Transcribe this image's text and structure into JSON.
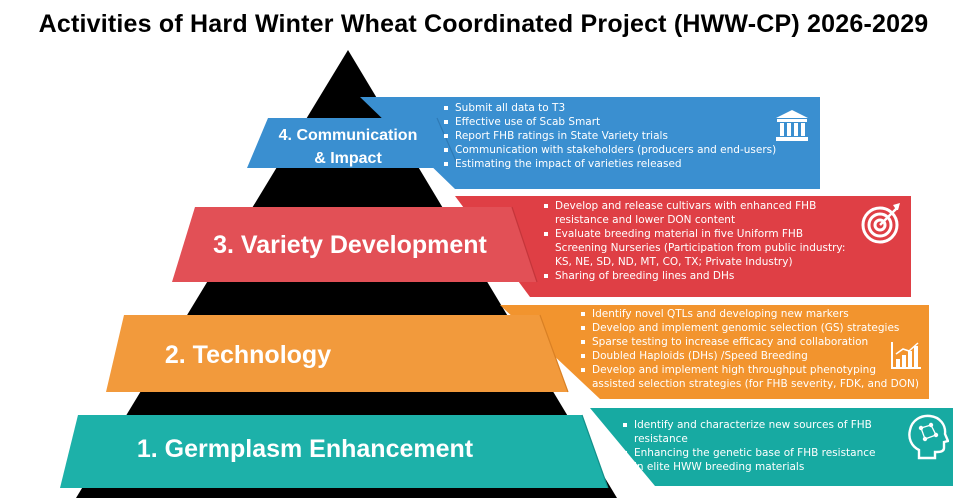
{
  "title": "Activities of Hard Winter Wheat Coordinated Project (HWW-CP) 2026-2029",
  "colors": {
    "pyramid": "#000000",
    "communication": "#3A8FD0",
    "variety": "#DF3F45",
    "technology": "#F2942E",
    "germplasm": "#17AAA2"
  },
  "tiers": [
    {
      "label_line1": "4. Communication",
      "label_line2": "& Impact",
      "icon": "bank-building-icon",
      "bullets": [
        "Submit all data to T3",
        "Effective use of Scab Smart",
        "Report FHB ratings in State Variety trials",
        "Communication with stakeholders (producers and end-users)",
        "Estimating the impact of varieties released"
      ]
    },
    {
      "label": "3. Variety Development",
      "icon": "target-icon",
      "bullets": [
        "Develop and release cultivars with enhanced FHB resistance and lower DON content",
        "Evaluate breeding material in five Uniform FHB Screening Nurseries (Participation from public industry: KS, NE, SD, ND, MT, CO, TX; Private Industry)",
        "Sharing of breeding lines and DHs"
      ]
    },
    {
      "label": "2. Technology",
      "icon": "bar-chart-icon",
      "bullets": [
        "Identify novel QTLs and developing new markers",
        "Develop and implement  genomic selection (GS) strategies",
        "Sparse testing to increase efficacy and collaboration",
        "Doubled Haploids (DHs) /Speed Breeding",
        "Develop and implement high throughput phenotyping assisted selection strategies (for FHB severity, FDK, and DON)"
      ]
    },
    {
      "label": "1. Germplasm Enhancement",
      "icon": "brain-head-icon",
      "bullets": [
        "Identify and characterize new sources of FHB resistance",
        "Enhancing the genetic base of FHB resistance in elite HWW breeding materials"
      ]
    }
  ]
}
